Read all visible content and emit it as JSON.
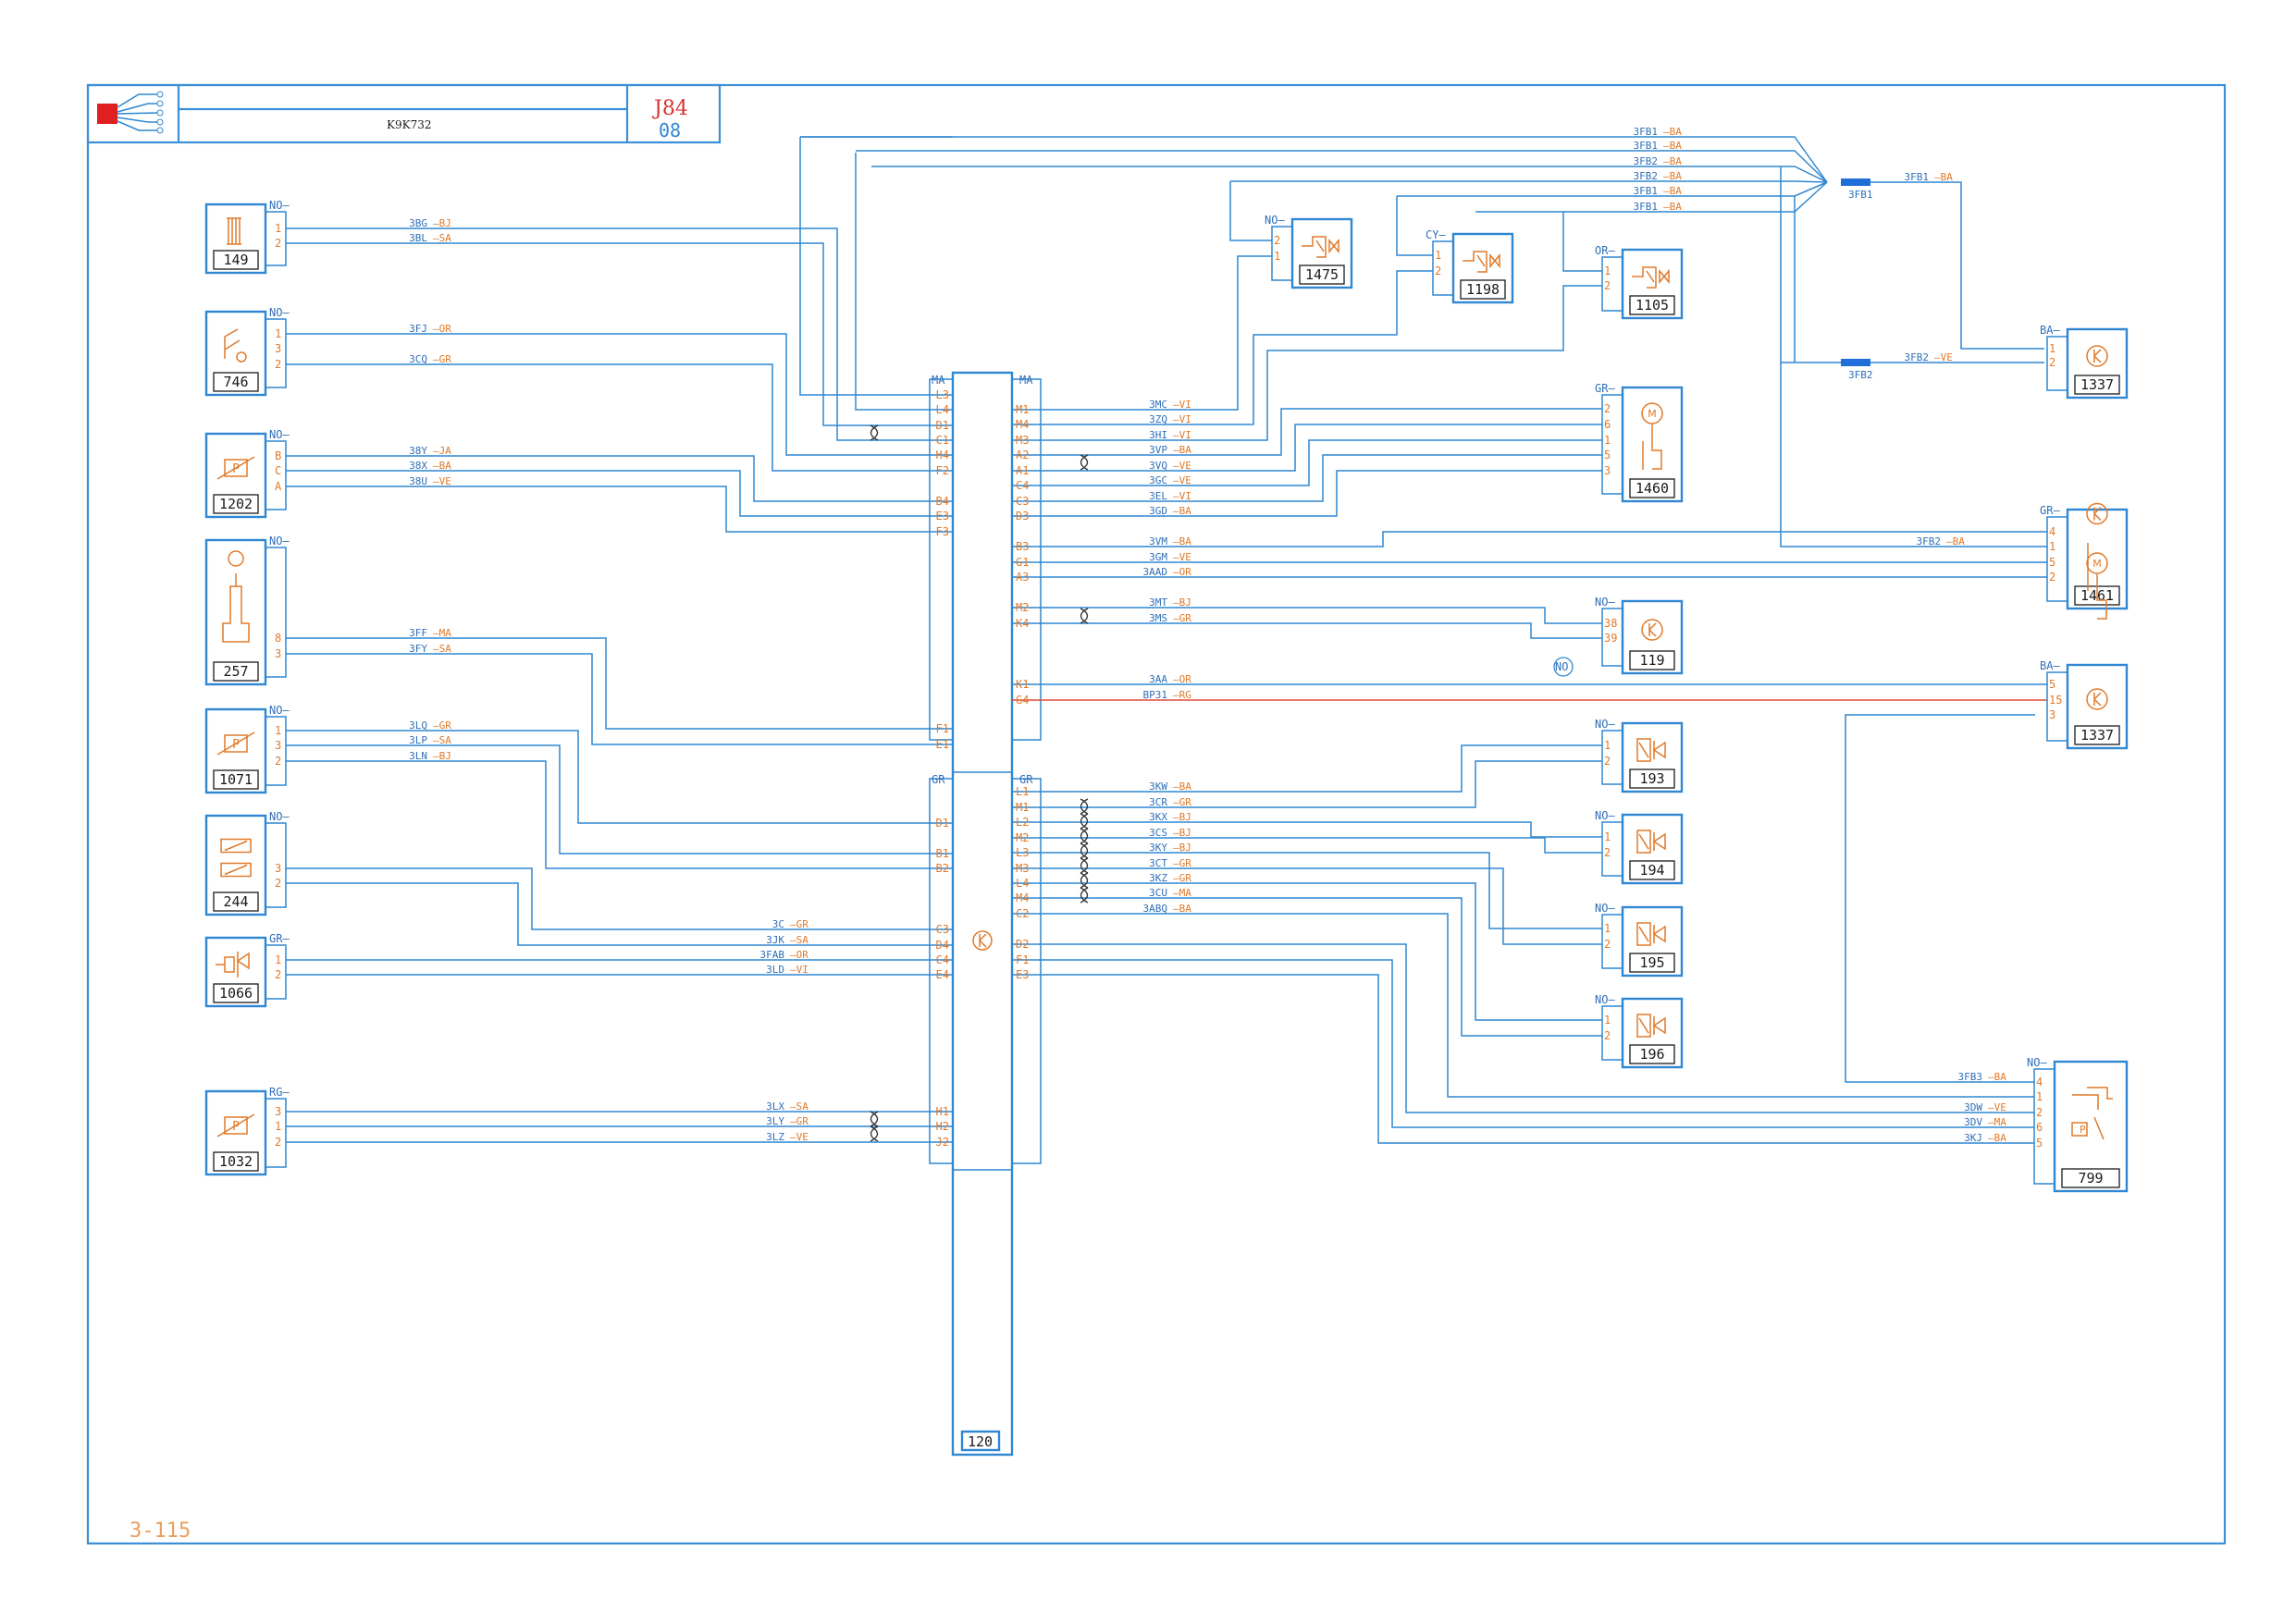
{
  "header": {
    "engine_code": "K9K732",
    "diagram_code": "J84",
    "diagram_number": "08"
  },
  "page_number": "3-115",
  "ecu": {
    "id": "120",
    "connector_top_left": "MA",
    "connector_top_right": "MA",
    "connector_bottom_left": "GR",
    "connector_bottom_right": "GR"
  },
  "left_components": [
    {
      "id": "149",
      "tag": "NO",
      "pins": [
        "1",
        "2"
      ]
    },
    {
      "id": "746",
      "tag": "NO",
      "pins": [
        "1",
        "3",
        "2"
      ]
    },
    {
      "id": "1202",
      "tag": "NO",
      "pins": [
        "B",
        "C",
        "A"
      ]
    },
    {
      "id": "257",
      "tag": "NO",
      "pins": [
        "8",
        "3"
      ]
    },
    {
      "id": "1071",
      "tag": "NO",
      "pins": [
        "1",
        "3",
        "2"
      ]
    },
    {
      "id": "244",
      "tag": "NO",
      "pins": [
        "3",
        "2"
      ]
    },
    {
      "id": "1066",
      "tag": "GR",
      "pins": [
        "1",
        "2"
      ]
    },
    {
      "id": "1032",
      "tag": "RG",
      "pins": [
        "3",
        "1",
        "2"
      ]
    }
  ],
  "left_wires": [
    {
      "code": "3BG",
      "color": "BJ"
    },
    {
      "code": "3BL",
      "color": "SA"
    },
    {
      "code": "3FJ",
      "color": "OR"
    },
    {
      "code": "3CQ",
      "color": "GR"
    },
    {
      "code": "38Y",
      "color": "JA"
    },
    {
      "code": "38X",
      "color": "BA"
    },
    {
      "code": "38U",
      "color": "VE"
    },
    {
      "code": "3FF",
      "color": "MA"
    },
    {
      "code": "3FY",
      "color": "SA"
    },
    {
      "code": "3LQ",
      "color": "GR"
    },
    {
      "code": "3LP",
      "color": "SA"
    },
    {
      "code": "3LN",
      "color": "BJ"
    },
    {
      "code": "3C",
      "color": "GR"
    },
    {
      "code": "3JK",
      "color": "SA"
    },
    {
      "code": "3FAB",
      "color": "OR"
    },
    {
      "code": "3LD",
      "color": "VI"
    },
    {
      "code": "3LX",
      "color": "SA"
    },
    {
      "code": "3LY",
      "color": "GR"
    },
    {
      "code": "3LZ",
      "color": "VE"
    }
  ],
  "ecu_left_pins": [
    "L3",
    "L4",
    "D1",
    "C1",
    "H4",
    "F2",
    "B4",
    "E3",
    "F3",
    "F1",
    "E1",
    "D1",
    "B1",
    "B2",
    "C3",
    "D4",
    "C4",
    "E4",
    "H1",
    "H2",
    "J2"
  ],
  "ecu_right_pins": [
    "M1",
    "M4",
    "M3",
    "A2",
    "A1",
    "C4",
    "C3",
    "D3",
    "B3",
    "G1",
    "A3",
    "M2",
    "K4",
    "K1",
    "G4",
    "L1",
    "M1",
    "L2",
    "M2",
    "L3",
    "M3",
    "L4",
    "M4",
    "C2",
    "D2",
    "F1",
    "E3"
  ],
  "right_wires": [
    {
      "code": "3MC",
      "color": "VI"
    },
    {
      "code": "3ZQ",
      "color": "VI"
    },
    {
      "code": "3HI",
      "color": "VI"
    },
    {
      "code": "3VP",
      "color": "BA"
    },
    {
      "code": "3VQ",
      "color": "VE"
    },
    {
      "code": "3GC",
      "color": "VE"
    },
    {
      "code": "3EL",
      "color": "VI"
    },
    {
      "code": "3GD",
      "color": "BA"
    },
    {
      "code": "3VM",
      "color": "BA"
    },
    {
      "code": "3GM",
      "color": "VE"
    },
    {
      "code": "3AAD",
      "color": "OR"
    },
    {
      "code": "3MT",
      "color": "BJ"
    },
    {
      "code": "3MS",
      "color": "GR"
    },
    {
      "code": "3AA",
      "color": "OR"
    },
    {
      "code": "BP31",
      "color": "RG"
    },
    {
      "code": "3KW",
      "color": "BA"
    },
    {
      "code": "3CR",
      "color": "GR"
    },
    {
      "code": "3KX",
      "color": "BJ"
    },
    {
      "code": "3CS",
      "color": "BJ"
    },
    {
      "code": "3KY",
      "color": "BJ"
    },
    {
      "code": "3CT",
      "color": "GR"
    },
    {
      "code": "3KZ",
      "color": "GR"
    },
    {
      "code": "3CU",
      "color": "MA"
    },
    {
      "code": "3ABQ",
      "color": "BA"
    }
  ],
  "top_wires": [
    {
      "code": "3FB1",
      "color": "BA"
    },
    {
      "code": "3FB1",
      "color": "BA"
    },
    {
      "code": "3FB2",
      "color": "BA"
    },
    {
      "code": "3FB2",
      "color": "BA"
    },
    {
      "code": "3FB1",
      "color": "BA"
    },
    {
      "code": "3FB1",
      "color": "BA"
    }
  ],
  "splices": [
    {
      "name": "3FB1",
      "out_code": "3FB1",
      "out_color": "BA"
    },
    {
      "name": "3FB2",
      "out_code": "3FB2",
      "out_color": "VE"
    }
  ],
  "right_components": [
    {
      "id": "1475",
      "tag": "NO",
      "pins": [
        "2",
        "1"
      ]
    },
    {
      "id": "1198",
      "tag": "CY",
      "pins": [
        "1",
        "2"
      ]
    },
    {
      "id": "1105",
      "tag": "OR",
      "pins": [
        "1",
        "2"
      ]
    },
    {
      "id": "1460",
      "tag": "GR",
      "pins": [
        "2",
        "6",
        "1",
        "5",
        "3"
      ]
    },
    {
      "id": "119",
      "tag": "NO",
      "pins": [
        "38",
        "39"
      ],
      "note": "NO"
    },
    {
      "id": "193",
      "tag": "NO",
      "pins": [
        "1",
        "2"
      ]
    },
    {
      "id": "194",
      "tag": "NO",
      "pins": [
        "1",
        "2"
      ]
    },
    {
      "id": "195",
      "tag": "NO",
      "pins": [
        "1",
        "2"
      ]
    },
    {
      "id": "196",
      "tag": "NO",
      "pins": [
        "1",
        "2"
      ]
    }
  ],
  "far_right_components": [
    {
      "id": "1337",
      "tag": "BA",
      "pins": [
        "1",
        "2"
      ]
    },
    {
      "id": "1461",
      "tag": "GR",
      "pins": [
        "4",
        "1",
        "5",
        "2"
      ]
    },
    {
      "id": "1337",
      "tag": "BA",
      "pins": [
        "5",
        "15",
        "3"
      ]
    },
    {
      "id": "799",
      "tag": "NO",
      "pins": [
        "4",
        "1",
        "2",
        "6",
        "5"
      ]
    }
  ],
  "far_right_wires": [
    {
      "code": "3FB2",
      "color": "BA"
    },
    {
      "code": "3FB3",
      "color": "BA"
    },
    {
      "code": "3DW",
      "color": "VE"
    },
    {
      "code": "3DV",
      "color": "MA"
    },
    {
      "code": "3KJ",
      "color": "BA"
    }
  ]
}
